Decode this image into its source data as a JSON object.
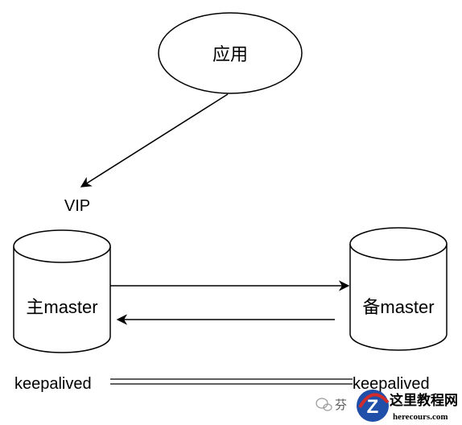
{
  "diagram": {
    "app_node": {
      "label": "应用"
    },
    "vip": {
      "label": "VIP"
    },
    "primary_db": {
      "label": "主master"
    },
    "backup_db": {
      "label": "备master"
    },
    "keepalived_primary": {
      "label": "keepalived"
    },
    "keepalived_backup": {
      "label": "keepalived"
    }
  },
  "watermark": {
    "partial_text": "芬",
    "site_name": "这里教程网",
    "site_url": "herecours.com",
    "logo_letter": "Z"
  },
  "colors": {
    "stroke": "#000000",
    "background": "#ffffff",
    "logo_blue": "#1f4fa8",
    "logo_red": "#d22b2b"
  }
}
